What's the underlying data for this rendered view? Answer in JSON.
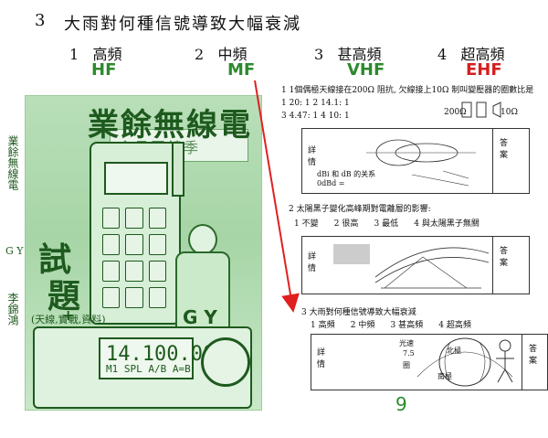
{
  "question": {
    "number": "3",
    "title": "大雨對何種信號導致大幅衰減",
    "options": [
      {
        "num": "1",
        "label": "高頻",
        "band": "HF"
      },
      {
        "num": "2",
        "label": "中頻",
        "band": "MF"
      },
      {
        "num": "3",
        "label": "甚高頻",
        "band": "VHF"
      },
      {
        "num": "4",
        "label": "超高頻",
        "band": "EHF"
      }
    ]
  },
  "cover": {
    "title": "業餘無線電",
    "radio_display_freq": "14.100.00",
    "radio_display_sub": "M1 SPL A/B A=B",
    "shiti_top": "試",
    "shiti_bottom": "題",
    "plus": "+",
    "sub": "(天線,實戰,資料)",
    "sign": "會員回饋季",
    "gy": "G Y"
  },
  "left_vertical": {
    "top": "業餘無線電",
    "gy": "G Y",
    "bottom": "李錦鴻"
  },
  "q1": {
    "line1": "1  1個偶極天線接在200Ω  阻抗, 欠線接上10Ω   制叫變壓器的圈數比是",
    "opts_row1": "1   20: 1        2   14.1: 1",
    "opts_row2": "3   4.47: 1      4   10: 1",
    "diagram_left": "200Ω",
    "diagram_right": "10Ω",
    "detail_label": "詳\n情",
    "answer_label": "答\n案",
    "formula1": "dBi 和 dB 的关系",
    "formula2": "0dBd ="
  },
  "q2": {
    "text": "2   太陽黑子變化高峰期對電離層的影響:",
    "opt1": "1  不變",
    "opt2": "2  很高",
    "opt3": "3  最低",
    "opt4": "4 與太陽黑子無關",
    "detail_label": "詳\n情",
    "answer_label": "答\n案"
  },
  "q3": {
    "text": "3   大雨對何種信號導致大幅衰減",
    "opt1": "1  高頻",
    "opt2": "2  中頻",
    "opt3": "3  甚高頻",
    "opt4": "4  超高頻",
    "detail_label": "詳\n情",
    "answer_label": "答\n案",
    "globe_text1": "光速",
    "globe_text2": "7.5",
    "globe_text3": "圈",
    "globe_text4": "北極",
    "globe_text5": "南極"
  },
  "page_number": "9",
  "colors": {
    "green": "#2d8a2d",
    "red": "#d42020",
    "arrow": "#e02020"
  }
}
